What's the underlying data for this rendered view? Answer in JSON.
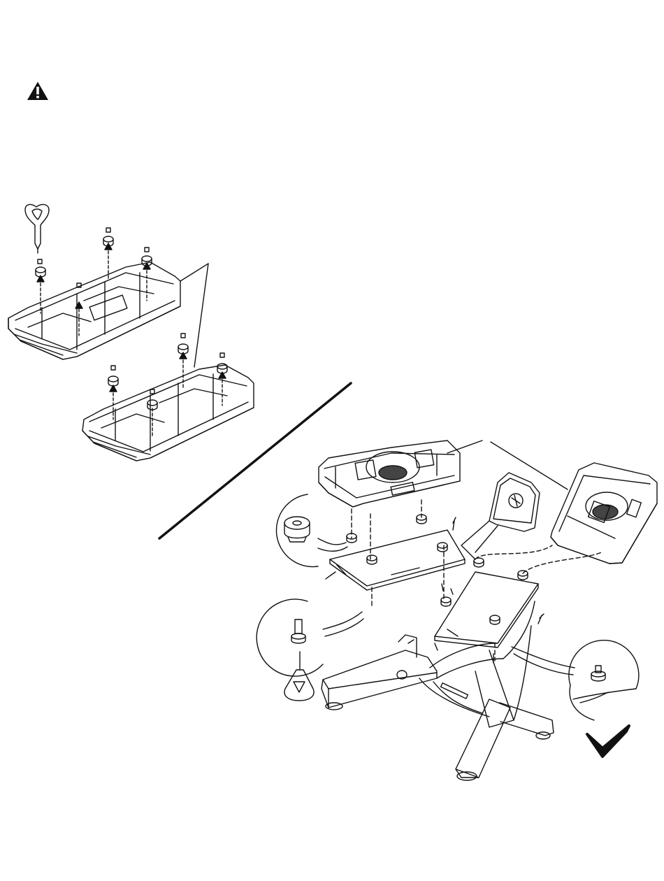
{
  "page": {
    "warning_icon": "warning-triangle-icon",
    "illustration": {
      "top_left": "cradle-bases-bottom-view",
      "divider": "diagonal-divider-line",
      "right": "exploded-assembly-cradles-plates-stand",
      "callouts": [
        "rubber-grommet-detail",
        "screw-and-hex-key-detail",
        "installed-grommet-detail"
      ],
      "check_mark": "check-mark-icon"
    }
  }
}
